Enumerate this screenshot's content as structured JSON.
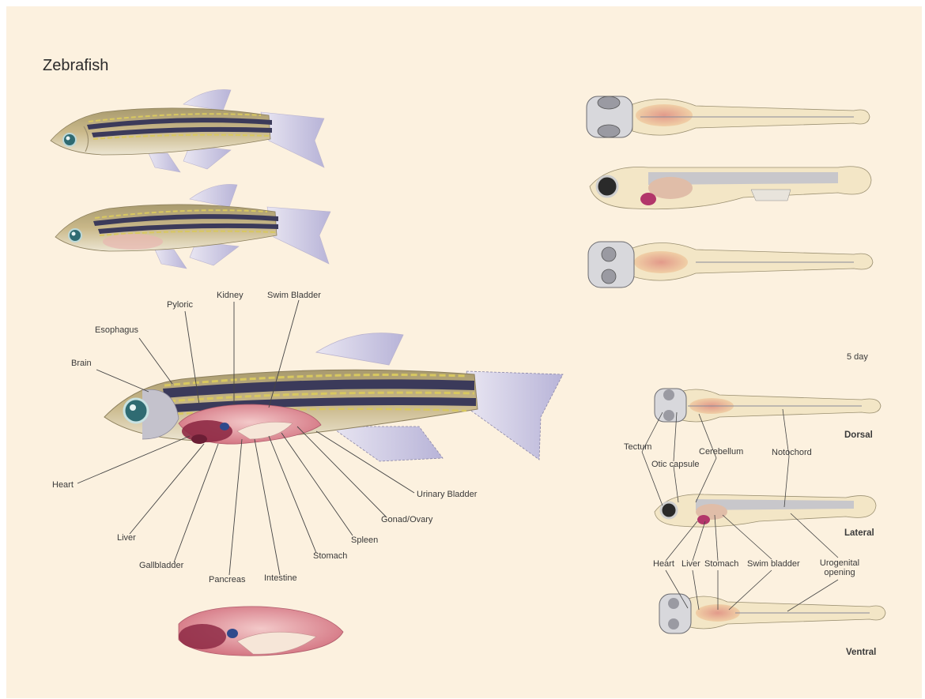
{
  "title": "Zebrafish",
  "colors": {
    "background": "#fcf1df",
    "body": "#c9b889",
    "dark_stripe": "#3b3a5a",
    "yellow_stripe": "#d8c860",
    "fin": "#d8d6ec",
    "organ_pink": "#d97a8a",
    "liver": "#8e2a45",
    "eye": "#2f6b72",
    "line": "#444444"
  },
  "adult_labels": {
    "brain": "Brain",
    "esophagus": "Esophagus",
    "pyloric": "Pyloric",
    "kidney": "Kidney",
    "swim_bladder": "Swim Bladder",
    "heart": "Heart",
    "liver": "Liver",
    "gallbladder": "Gallbladder",
    "pancreas": "Pancreas",
    "intestine": "Intestine",
    "stomach": "Stomach",
    "spleen": "Spleen",
    "gonad_ovary": "Gonad/Ovary",
    "urinary_bladder": "Urinary Bladder"
  },
  "larva": {
    "age": "5 day",
    "views": {
      "dorsal": "Dorsal",
      "lateral": "Lateral",
      "ventral": "Ventral"
    },
    "labels": {
      "tectum": "Tectum",
      "otic_capsule": "Otic capsule",
      "cerebellum": "Cerebellum",
      "notochord": "Notochord",
      "heart": "Heart",
      "liver": "Liver",
      "stomach": "Stomach",
      "swim_bladder": "Swim bladder",
      "urogenital_line1": "Urogenital",
      "urogenital_line2": "opening"
    }
  }
}
